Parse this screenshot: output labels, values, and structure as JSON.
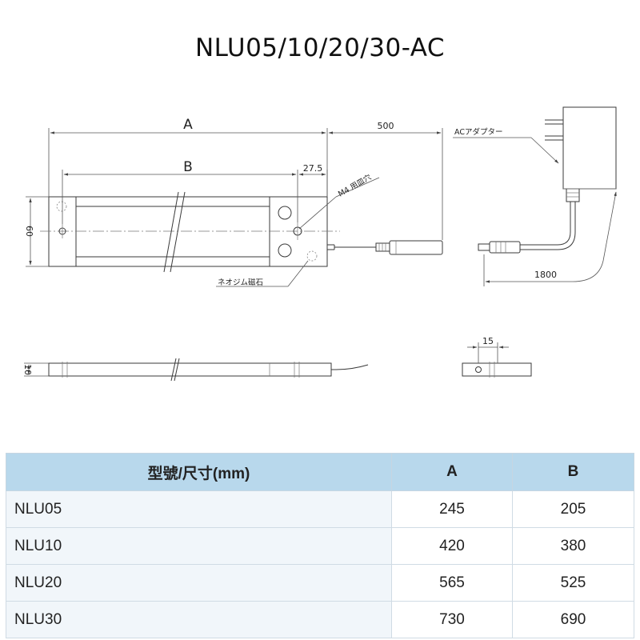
{
  "title": "NLU05/10/20/30-AC",
  "drawing": {
    "dim_a": "A",
    "dim_b": "B",
    "dim_500": "500",
    "dim_27_5": "27.5",
    "dim_60": "60",
    "dim_10": "10",
    "dim_15": "15",
    "dim_1800": "1800",
    "note_m4": "M4 用皿穴",
    "note_magnet": "ネオジム磁石",
    "note_adapter": "ACアダプター"
  },
  "table": {
    "headers": [
      "型號/尺寸(mm)",
      "A",
      "B"
    ],
    "rows": [
      [
        "NLU05",
        "245",
        "205"
      ],
      [
        "NLU10",
        "420",
        "380"
      ],
      [
        "NLU20",
        "565",
        "525"
      ],
      [
        "NLU30",
        "730",
        "690"
      ]
    ]
  }
}
